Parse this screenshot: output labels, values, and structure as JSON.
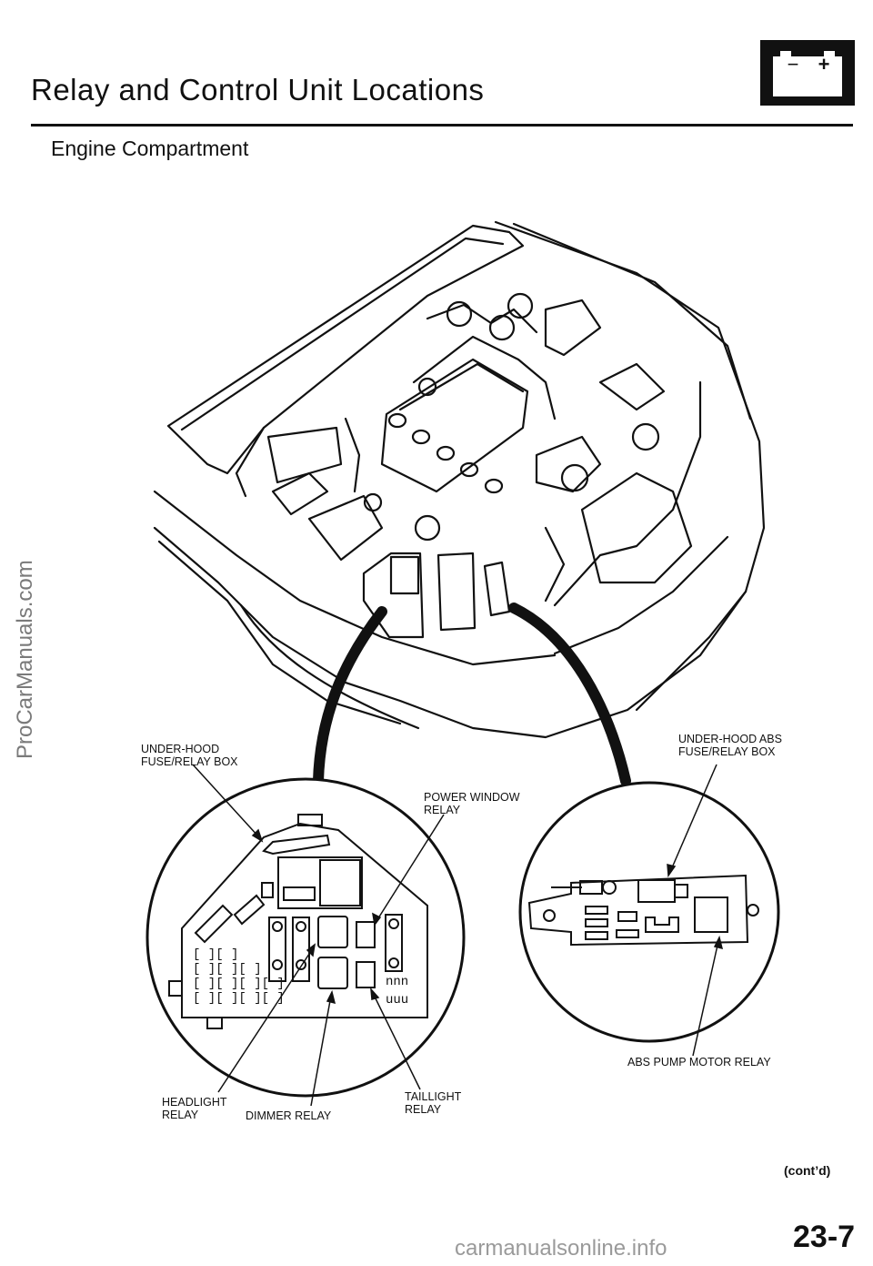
{
  "page": {
    "title": "Relay and Control Unit Locations",
    "section": "Engine Compartment",
    "continued": "(cont’d)",
    "page_number": "23-7"
  },
  "battery_icon": {
    "minus": "−",
    "plus": "+"
  },
  "watermarks": {
    "left": "ProCarManuals.com",
    "bottom": "carmanualsonline.info"
  },
  "callouts": {
    "under_hood_fuse_box": "UNDER-HOOD\nFUSE/RELAY BOX",
    "under_hood_abs_box": "UNDER-HOOD ABS\nFUSE/RELAY BOX",
    "power_window_relay": "POWER WINDOW\nRELAY",
    "abs_pump_motor_relay": "ABS PUMP MOTOR RELAY",
    "headlight_relay": "HEADLIGHT\nRELAY",
    "dimmer_relay": "DIMMER RELAY",
    "taillight_relay": "TAILLIGHT\nRELAY"
  }
}
